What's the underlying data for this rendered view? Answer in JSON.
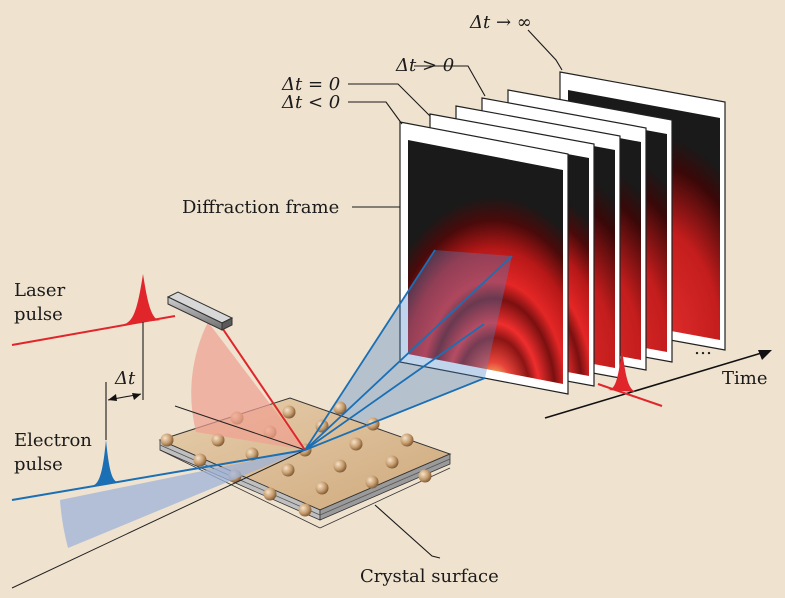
{
  "labels": {
    "dt_infinity": "Δt → ∞",
    "dt_positive": "Δt > 0",
    "dt_zero": "Δt = 0",
    "dt_negative": "Δt < 0",
    "diffraction_frame": "Diffraction frame",
    "laser_pulse_line1": "Laser",
    "laser_pulse_line2": "pulse",
    "delay": "Δt",
    "electron_pulse_line1": "Electron",
    "electron_pulse_line2": "pulse",
    "time_axis": "Time",
    "ellipsis": "…",
    "crystal_surface": "Crystal surface"
  },
  "colors": {
    "background": "#efe2cf",
    "laser": "#e0252b",
    "electron": "#1a6fb5",
    "crystal": "#d8b894",
    "atom": "#c49a6c"
  }
}
